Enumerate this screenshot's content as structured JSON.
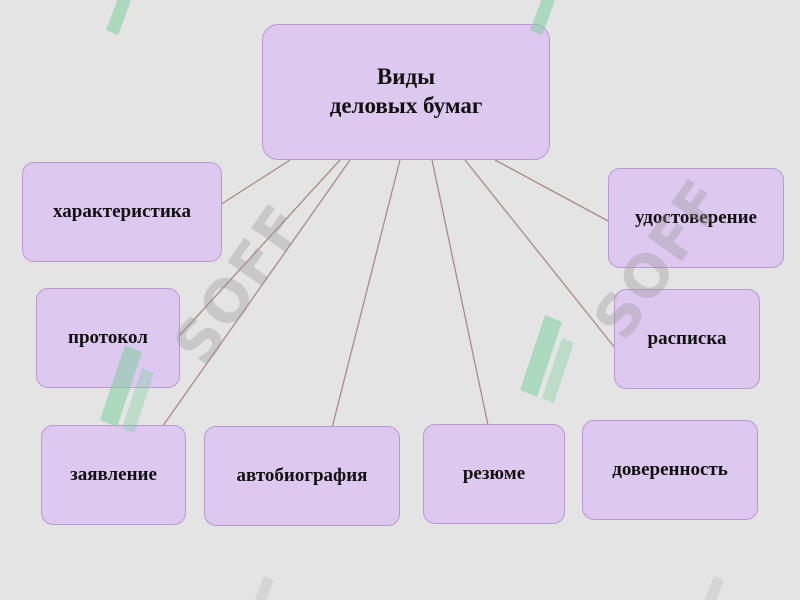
{
  "root": {
    "line1": "Виды",
    "line2": "деловых бумаг"
  },
  "nodes": {
    "characteristic": "характеристика",
    "certificate": "удостоверение",
    "protocol": "протокол",
    "receipt": "расписка",
    "application": "заявление",
    "autobiography": "автобиография",
    "resume": "резюме",
    "power_of_attorney": "доверенность"
  },
  "watermark": {
    "text": "SOFF"
  },
  "colors": {
    "background": "#e4e4e4",
    "node_fill": "#ddc8ef",
    "node_border": "#b89ad0",
    "connector": "#a98a8a",
    "watermark_green": "#7fcfa0"
  }
}
